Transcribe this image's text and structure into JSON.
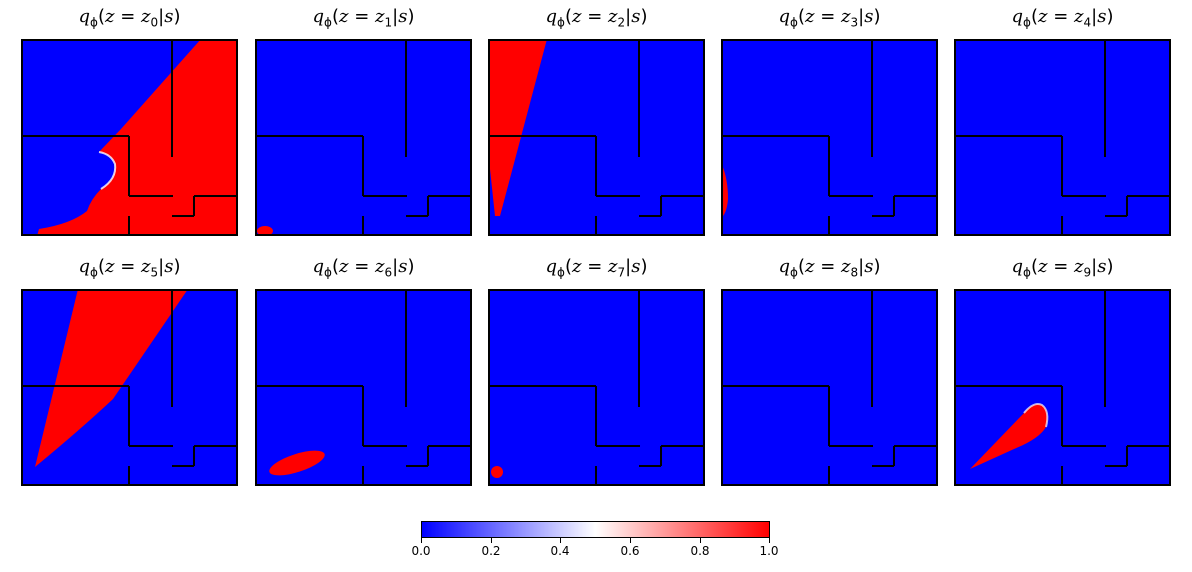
{
  "chart_data": {
    "type": "heatmap",
    "title": "",
    "layout": {
      "rows": 2,
      "cols": 5
    },
    "colormap": "bwr",
    "colors": {
      "low": "#0000ff",
      "mid": "#ffffff",
      "high": "#ff0000",
      "wall": "#000000"
    },
    "colorbar": {
      "orientation": "horizontal",
      "range": [
        0.0,
        1.0
      ],
      "ticks": [
        "0.0",
        "0.2",
        "0.4",
        "0.6",
        "0.8",
        "1.0"
      ]
    },
    "panels": [
      {
        "label": "q_phi(z = z_0|s)",
        "subscript": "0",
        "description": "Large red region covering right/lower-right of maze, diagonal boundary from top to bottom-left"
      },
      {
        "label": "q_phi(z = z_1|s)",
        "subscript": "1",
        "description": "Nearly all blue; tiny red blob at bottom-left corner"
      },
      {
        "label": "q_phi(z = z_2|s)",
        "subscript": "2",
        "description": "Red wedge along top-left, narrowing down to lower-left"
      },
      {
        "label": "q_phi(z = z_3|s)",
        "subscript": "3",
        "description": "Thin red sliver on left edge of lower-left room"
      },
      {
        "label": "q_phi(z = z_4|s)",
        "subscript": "4",
        "description": "All blue"
      },
      {
        "label": "q_phi(z = z_5|s)",
        "subscript": "5",
        "description": "Red triangular wedge from top-center down to lower-left point"
      },
      {
        "label": "q_phi(z = z_6|s)",
        "subscript": "6",
        "description": "Red elongated ellipse in bottom-left room"
      },
      {
        "label": "q_phi(z = z_7|s)",
        "subscript": "7",
        "description": "Small red blob near bottom-left corner"
      },
      {
        "label": "q_phi(z = z_8|s)",
        "subscript": "8",
        "description": "All blue"
      },
      {
        "label": "q_phi(z = z_9|s)",
        "subscript": "9",
        "description": "Red teardrop shape in lower-left room pointing down-left"
      }
    ]
  },
  "panels": [
    {
      "prefix": "q",
      "phi": "ϕ",
      "open": "(",
      "z": "z",
      "eq": " = ",
      "zi": "z",
      "sub": "0",
      "bar": "|",
      "s": "s",
      "close": ")"
    },
    {
      "prefix": "q",
      "phi": "ϕ",
      "open": "(",
      "z": "z",
      "eq": " = ",
      "zi": "z",
      "sub": "1",
      "bar": "|",
      "s": "s",
      "close": ")"
    },
    {
      "prefix": "q",
      "phi": "ϕ",
      "open": "(",
      "z": "z",
      "eq": " = ",
      "zi": "z",
      "sub": "2",
      "bar": "|",
      "s": "s",
      "close": ")"
    },
    {
      "prefix": "q",
      "phi": "ϕ",
      "open": "(",
      "z": "z",
      "eq": " = ",
      "zi": "z",
      "sub": "3",
      "bar": "|",
      "s": "s",
      "close": ")"
    },
    {
      "prefix": "q",
      "phi": "ϕ",
      "open": "(",
      "z": "z",
      "eq": " = ",
      "zi": "z",
      "sub": "4",
      "bar": "|",
      "s": "s",
      "close": ")"
    },
    {
      "prefix": "q",
      "phi": "ϕ",
      "open": "(",
      "z": "z",
      "eq": " = ",
      "zi": "z",
      "sub": "5",
      "bar": "|",
      "s": "s",
      "close": ")"
    },
    {
      "prefix": "q",
      "phi": "ϕ",
      "open": "(",
      "z": "z",
      "eq": " = ",
      "zi": "z",
      "sub": "6",
      "bar": "|",
      "s": "s",
      "close": ")"
    },
    {
      "prefix": "q",
      "phi": "ϕ",
      "open": "(",
      "z": "z",
      "eq": " = ",
      "zi": "z",
      "sub": "7",
      "bar": "|",
      "s": "s",
      "close": ")"
    },
    {
      "prefix": "q",
      "phi": "ϕ",
      "open": "(",
      "z": "z",
      "eq": " = ",
      "zi": "z",
      "sub": "8",
      "bar": "|",
      "s": "s",
      "close": ")"
    },
    {
      "prefix": "q",
      "phi": "ϕ",
      "open": "(",
      "z": "z",
      "eq": " = ",
      "zi": "z",
      "sub": "9",
      "bar": "|",
      "s": "s",
      "close": ")"
    }
  ],
  "colorbar": {
    "ticks": [
      "0.0",
      "0.2",
      "0.4",
      "0.6",
      "0.8",
      "1.0"
    ]
  }
}
